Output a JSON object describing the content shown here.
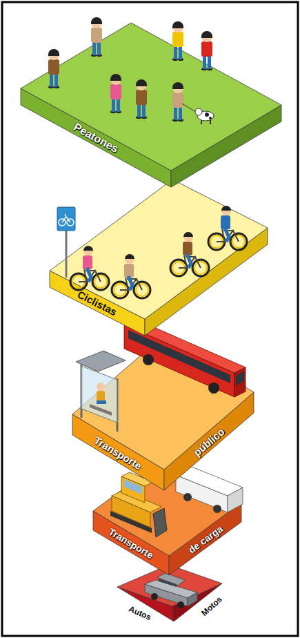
{
  "diagram": {
    "nodes": [
      {
        "text": [
          "Peatones"
        ]
      },
      {
        "text": [
          "Ciclistas"
        ]
      },
      {
        "text": [
          "Transporte",
          "público"
        ]
      },
      {
        "text": [
          "Transporte",
          "de carga"
        ]
      },
      {
        "text": [
          "Autos",
          "Motos"
        ]
      }
    ]
  }
}
